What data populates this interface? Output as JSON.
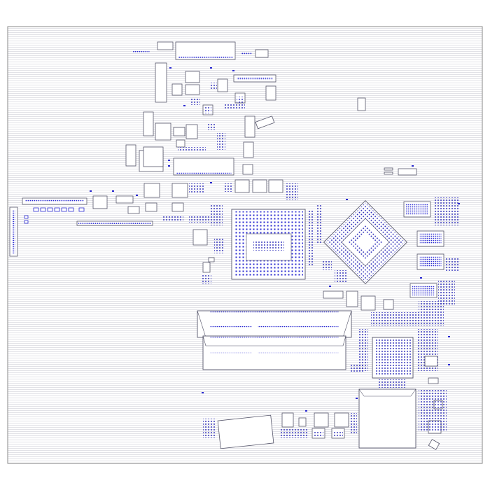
{
  "colors": {
    "background": "#ffffff",
    "board_fill": "#fbfbfd",
    "board_outline": "#8a8a8a",
    "hatch": "#cfcfd6",
    "part_outline": "#55556a",
    "pad": "#2a2ad0",
    "pad_dense": "#1e1eb4"
  },
  "icons": {
    "board": "pcb-board-outline",
    "component": "component-footprint",
    "bga": "bga-chip-footprint",
    "connector": "connector-footprint",
    "pad": "smd-pad"
  }
}
